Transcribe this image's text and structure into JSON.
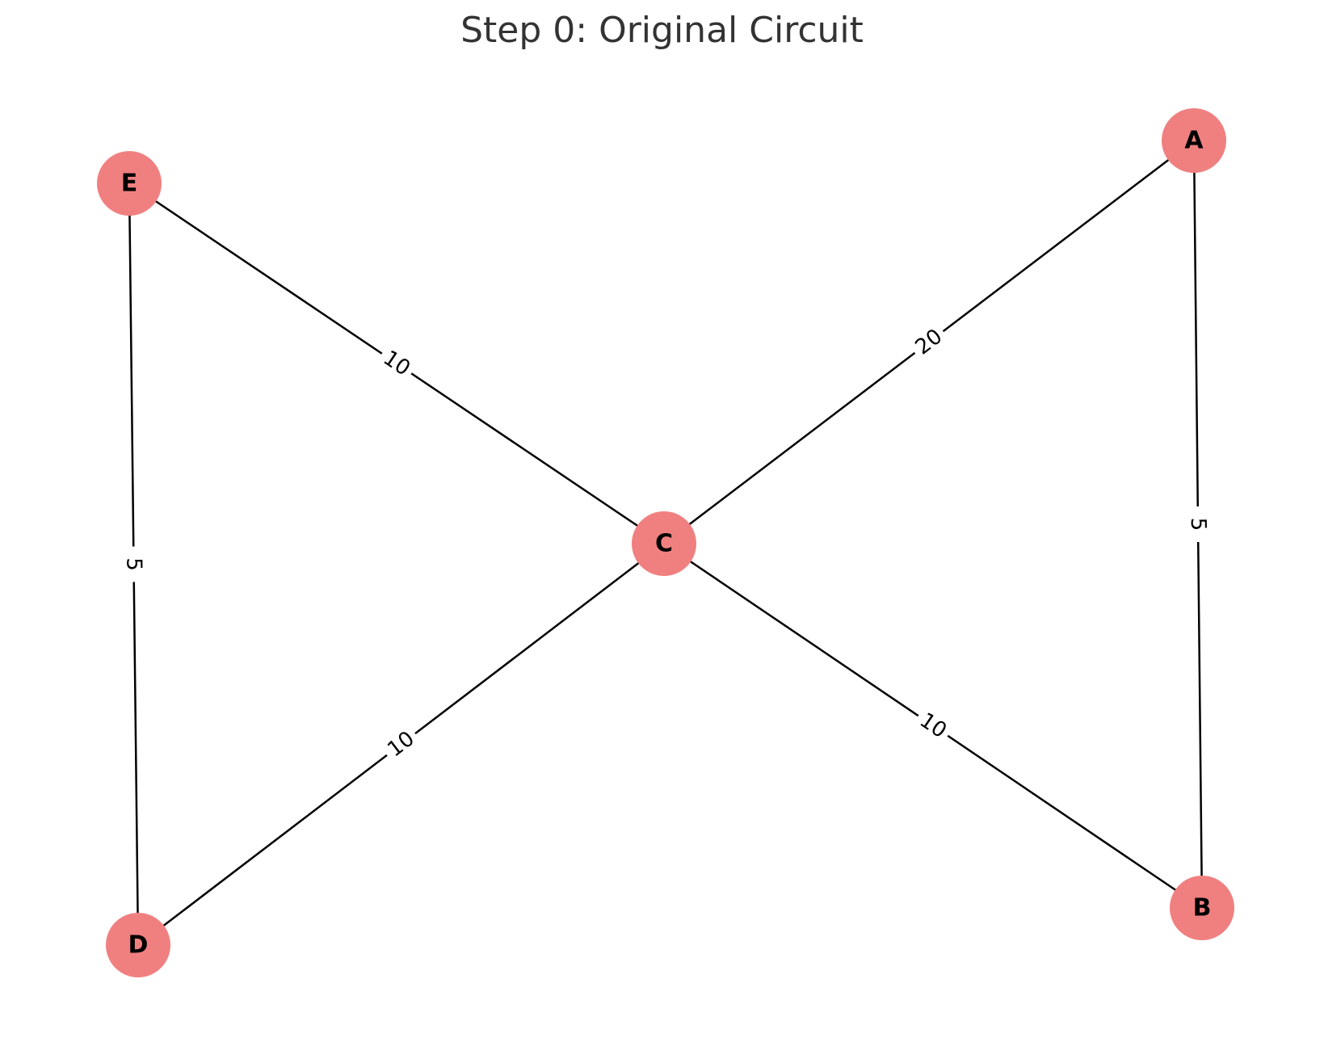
{
  "title": "Step 0: Original Circuit",
  "colors": {
    "node_fill": "#f08080",
    "edge": "#000000",
    "label_text": "#000000",
    "title_text": "#333333",
    "background": "#ffffff"
  },
  "nodes": [
    {
      "id": "A",
      "label": "A"
    },
    {
      "id": "B",
      "label": "B"
    },
    {
      "id": "C",
      "label": "C"
    },
    {
      "id": "D",
      "label": "D"
    },
    {
      "id": "E",
      "label": "E"
    }
  ],
  "edges": [
    {
      "source": "E",
      "target": "C",
      "weight": "10"
    },
    {
      "source": "A",
      "target": "C",
      "weight": "20"
    },
    {
      "source": "E",
      "target": "D",
      "weight": "5"
    },
    {
      "source": "A",
      "target": "B",
      "weight": "5"
    },
    {
      "source": "C",
      "target": "D",
      "weight": "10"
    },
    {
      "source": "C",
      "target": "B",
      "weight": "10"
    }
  ]
}
